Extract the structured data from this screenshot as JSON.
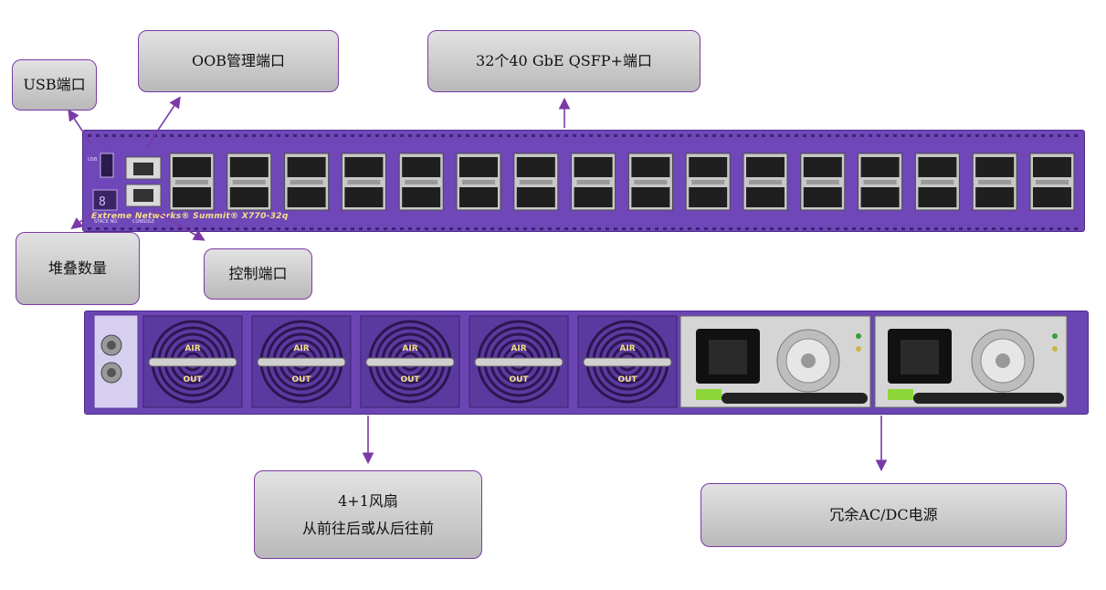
{
  "front_panel": {
    "brand": "Extreme Networks® Summit® X770-32q",
    "usb_label": "USB",
    "stack_label": "STACK NO.",
    "console_label": "CONSOLE",
    "port_count": 16
  },
  "rear_panel": {
    "fan_count": 5,
    "fan_top_label": "AIR",
    "fan_bottom_label": "OUT"
  },
  "callouts": {
    "usb": "USB端口",
    "oob": "OOB管理端口",
    "qsfp": "32个40 GbE QSFP+端口",
    "stack": "堆叠数量",
    "console": "控制端口",
    "fan_line1": "4+1风扇",
    "fan_line2": "从前往后或从后往前",
    "psu": "冗余AC/DC电源"
  },
  "colors": {
    "chassis": "#6f47b8",
    "arrow": "#7a3aa6",
    "callout_border": "#7a3aa6"
  }
}
